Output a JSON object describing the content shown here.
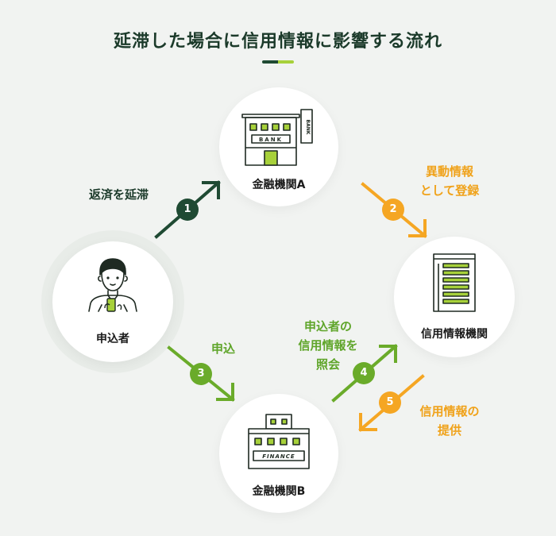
{
  "title": "延滞した場合に信用情報に影響する流れ",
  "colors": {
    "dark": "#1f4a33",
    "green": "#6aab2a",
    "orange": "#f5a623",
    "lime": "#a7d13a"
  },
  "nodes": {
    "applicant": {
      "label": "申込者",
      "icon": "person-with-phone-icon"
    },
    "bank_a": {
      "label": "金融機関A",
      "icon": "bank-building-icon",
      "sign_text": "BANK",
      "side_text": "BANK"
    },
    "credit_bureau": {
      "label": "信用情報機関",
      "icon": "office-tower-icon"
    },
    "bank_b": {
      "label": "金融機関B",
      "icon": "finance-building-icon",
      "sign_text": "FINANCE"
    }
  },
  "steps": [
    {
      "number": "1",
      "lines": [
        "返済を延滞"
      ]
    },
    {
      "number": "2",
      "lines": [
        "異動情報",
        "として登録"
      ]
    },
    {
      "number": "3",
      "lines": [
        "申込"
      ]
    },
    {
      "number": "4",
      "lines": [
        "申込者の",
        "信用情報を",
        "照会"
      ]
    },
    {
      "number": "5",
      "lines": [
        "信用情報の",
        "提供"
      ]
    }
  ]
}
